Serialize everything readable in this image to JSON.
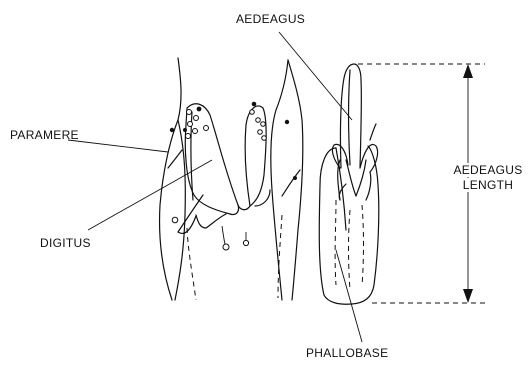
{
  "labels": {
    "aedeagus": "AEDEAGUS",
    "paramere": "PARAMERE",
    "digitus": "DIGITUS",
    "aedeagus_length_line1": "AEDEAGUS",
    "aedeagus_length_line2": "LENGTH",
    "phallobase": "PHALLOBASE"
  }
}
